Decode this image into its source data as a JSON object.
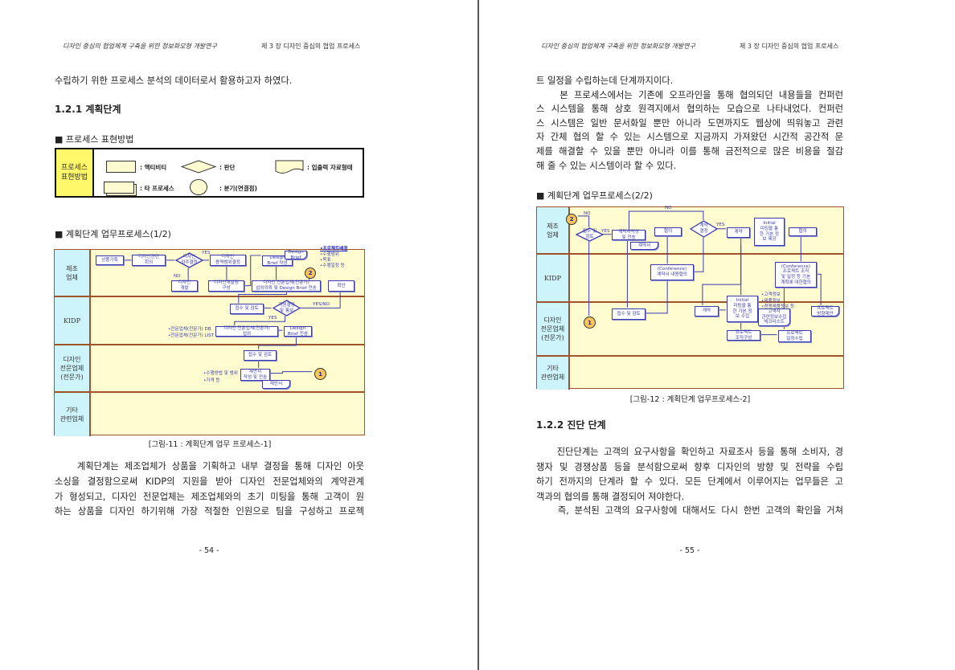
{
  "header": {
    "left_title": "디자인 중심의 협업체계 구축을 위한 정보화모형 개발연구",
    "right_title": "제 3 장 디자인 중심의 협업 프로세스"
  },
  "page_left": {
    "intro_line": "수립하기 위한  프로세스 분석의 데이터로서 활용하고자 하였다.",
    "section_title": "1.2.1 계획단계",
    "legend_heading": "■ 프로세스 표현방법",
    "legend": {
      "label": "프로세스\n표현방법",
      "items": [
        ": 액티비티",
        ": 판단",
        ": 입출력 자료형태",
        ": 타 프로세스",
        ": 분기(연결점)"
      ]
    },
    "diagram_heading": "■ 계획단계 업무프로세스(1/2)",
    "diagram": {
      "lanes": [
        "제조\n업체",
        "KIDP",
        "디자인\n전문업체\n(전문가)",
        "기타\n관련업체"
      ],
      "nodes": [
        "상품기획",
        "디자인관련\n회의",
        "디자인\n외주결정",
        "디자인\n용역범위결정",
        "Design\nBrief 작성",
        "Design\nBrief",
        "디자인\n개발",
        "디자인개발팀\n구성",
        "디자인 전문업체(전문가)\n섭외의뢰 및 Design Brief 전송",
        "확인",
        "접수 및 검토",
        "지원결정\n및 통보",
        "디자인 전문업체(전문가)\n섭외",
        "Design\nBrief 전송",
        "접수 및 검토",
        "제안서\n작성 및 전송",
        "제안서"
      ],
      "connectors": [
        "2",
        "1"
      ],
      "labels": [
        "YES",
        "NO",
        "YES/NO",
        "YES"
      ],
      "notes_brief": [
        "•프로젝트배경",
        "•수행범위",
        "•목표",
        "•수행일정 등"
      ],
      "notes_db": [
        "•전문업체(전문가) DB",
        "•전문업체(전문가) LIST"
      ],
      "notes_proposal": [
        "•수행방법 및 범위",
        "•가격 등"
      ]
    },
    "caption": "[그림-11 : 계획단계 업무 프로세스-1]",
    "body": [
      "    계획단계는 제조업체가 상품을 기획하고 내부 결정을 통해 디자인 아웃",
      "소싱을 결정함으로써 KIDP의 지원을 받아 디자인 전문업체와의 계약관계",
      "가 형성되고, 디자인 전문업체는 제조업체와의 초기 미팅을 통해 고객이 원",
      "하는 상품을 디자인 하기위해 가장 적절한 인원으로 팀을 구성하고 프로젝"
    ],
    "page_number": "- 54 -"
  },
  "page_right": {
    "body_top": [
      "트 일정을 수립하는데 단계까지이다.",
      "    본 프로세스에서는 기존에 오프라인을 통해 협의되던 내용들을 컨퍼런",
      "스 시스템을 통해 상호 원격지에서 협의하는 모습으로 나타내었다. 컨퍼런",
      "스 시스템은 일반 문서화일 뿐만 아니라 도면까지도 웹상에 띄워놓고 관련",
      "자 간체 협의 할 수 있는 시스템으로 지금까지 가져왔던 시간적 공간적 문",
      "제를 해결할 수 있을 뿐만 아니라 이를 통해 금전적으로 많은 비용을 절감",
      "해 줄 수 있는 시스템이라 할 수 있다."
    ],
    "diagram_heading": "■ 계획단계 업무프로세스(2/2)",
    "diagram": {
      "lanes": [
        "제조\n업체",
        "KIDP",
        "디자인\n전문업체\n(전문가)",
        "기타\n관련업체"
      ],
      "nodes": [
        "접수 및\n검토",
        "계약서작성\n및 전송",
        "계약서",
        "협의",
        "계약\n결정",
        "계약",
        "Initial\n미팅을 통\n한 기본 정\n보 제공",
        "협의",
        "(Conference)\n계약서 내용협의",
        "(Conference)\n프로젝트 조직\n및 일정 등 기본\n계획에 대한협의",
        "접수 및 검토",
        "계약",
        "Initial\n미팅을 통\n한 기본 정\n보 수집",
        "고객사\n관련정보수집\n체크리스트",
        "프로젝트\n방향제안",
        "프로젝트\n조직구성",
        "프로젝트\n일정수립"
      ],
      "connectors": [
        "2",
        "1"
      ],
      "labels": [
        "NO",
        "YES",
        "NO",
        "YES"
      ],
      "notes_info": [
        "•고객정보",
        "•제품정보",
        "•경쟁제품정보 등"
      ]
    },
    "caption": "[그림-12 : 계획단계 업무프로세스-2]",
    "section_title": "1.2.2 진단 단계",
    "body": [
      "    진단단계는 고객의 요구사항을 확인하고 자료조사 등을 통해 소비자, 경",
      "쟁자 및 경쟁상품 등을 분석함으로써 향후 디자인의 방향 및 전략을 수립",
      "하기 전까지의 단계라 할 수 있다. 모든 단계에서 이루어지는 업무들은 고",
      "객과의 협의를 통해 결정되어 져야한다.",
      "    즉, 분석된 고객의 요구사항에 대해서도 다시 한번 고객의 확인을 거쳐"
    ],
    "page_number": "- 55 -"
  }
}
